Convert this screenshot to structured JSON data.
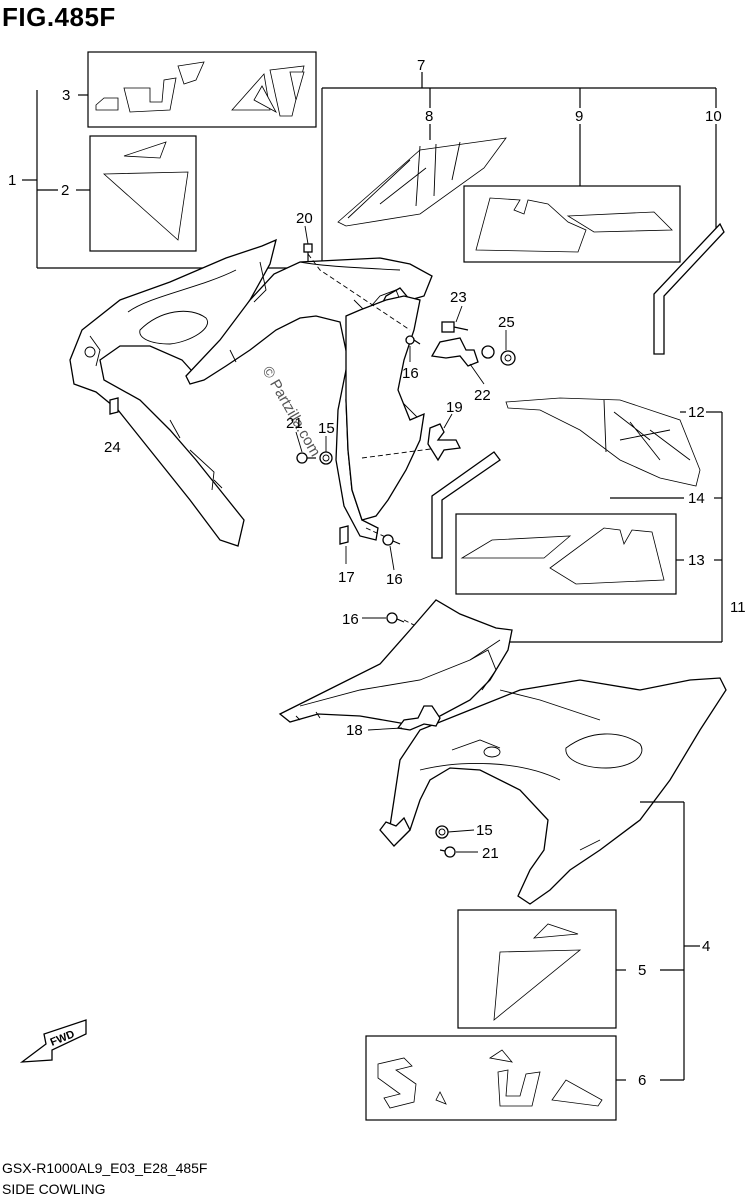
{
  "figure": {
    "title": "FIG.485F",
    "model_code": "GSX-R1000AL9_E03_E28_485F",
    "section_name": "SIDE COWLING",
    "watermark": "© Partzilla.com",
    "fwd_label": "FWD"
  },
  "callouts": {
    "c1": "1",
    "c2": "2",
    "c3": "3",
    "c4": "4",
    "c5": "5",
    "c6": "6",
    "c7": "7",
    "c8": "8",
    "c9": "9",
    "c10": "10",
    "c11": "11",
    "c12": "12",
    "c13": "13",
    "c14": "14",
    "c15a": "15",
    "c15b": "15",
    "c16a": "16",
    "c16b": "16",
    "c16c": "16",
    "c17": "17",
    "c18": "18",
    "c19": "19",
    "c20": "20",
    "c21a": "21",
    "c21b": "21",
    "c22": "22",
    "c23": "23",
    "c24": "24",
    "c25": "25"
  }
}
